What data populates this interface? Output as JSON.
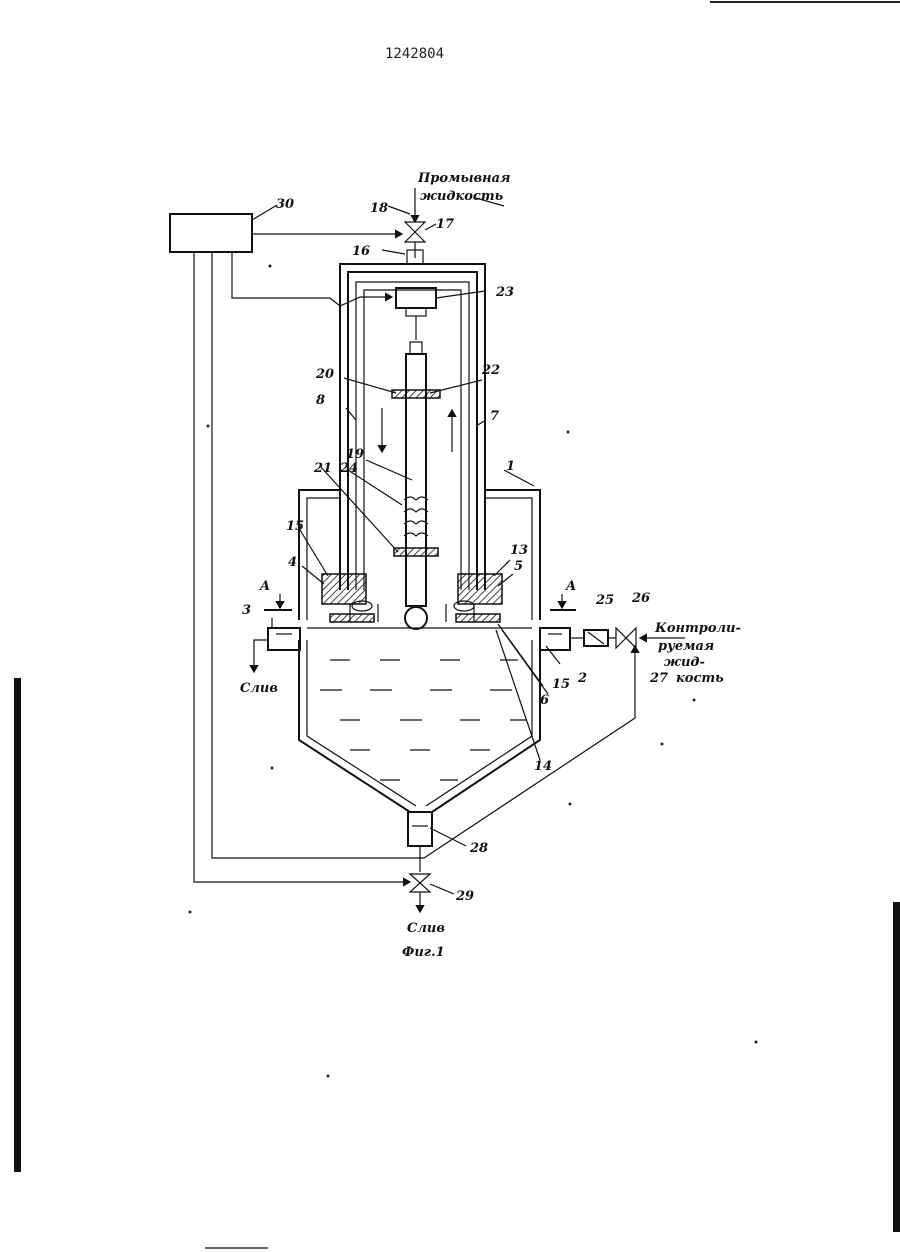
{
  "document_number": "1242804",
  "figure_caption": "Фиг.1",
  "flows": {
    "wash_liquid": [
      "Промывная",
      "жидкость"
    ],
    "controlled_liquid": [
      "Контроли-",
      "руемая",
      "жид-",
      "кость"
    ],
    "drain_side": "Слив",
    "drain_bottom": "Слив"
  },
  "section_marks": {
    "left": "A",
    "right": "A"
  },
  "callouts": {
    "n1": "1",
    "n2": "2",
    "n3": "3",
    "n4": "4",
    "n5": "5",
    "n6": "6",
    "n7": "7",
    "n8": "8",
    "n13": "13",
    "n14": "14",
    "n15a": "15",
    "n15b": "15",
    "n16": "16",
    "n17": "17",
    "n18": "18",
    "n19": "19",
    "n20": "20",
    "n21": "21",
    "n22": "22",
    "n23": "23",
    "n24": "24",
    "n25": "25",
    "n26": "26",
    "n27": "27",
    "n28": "28",
    "n29": "29",
    "n30": "30"
  }
}
